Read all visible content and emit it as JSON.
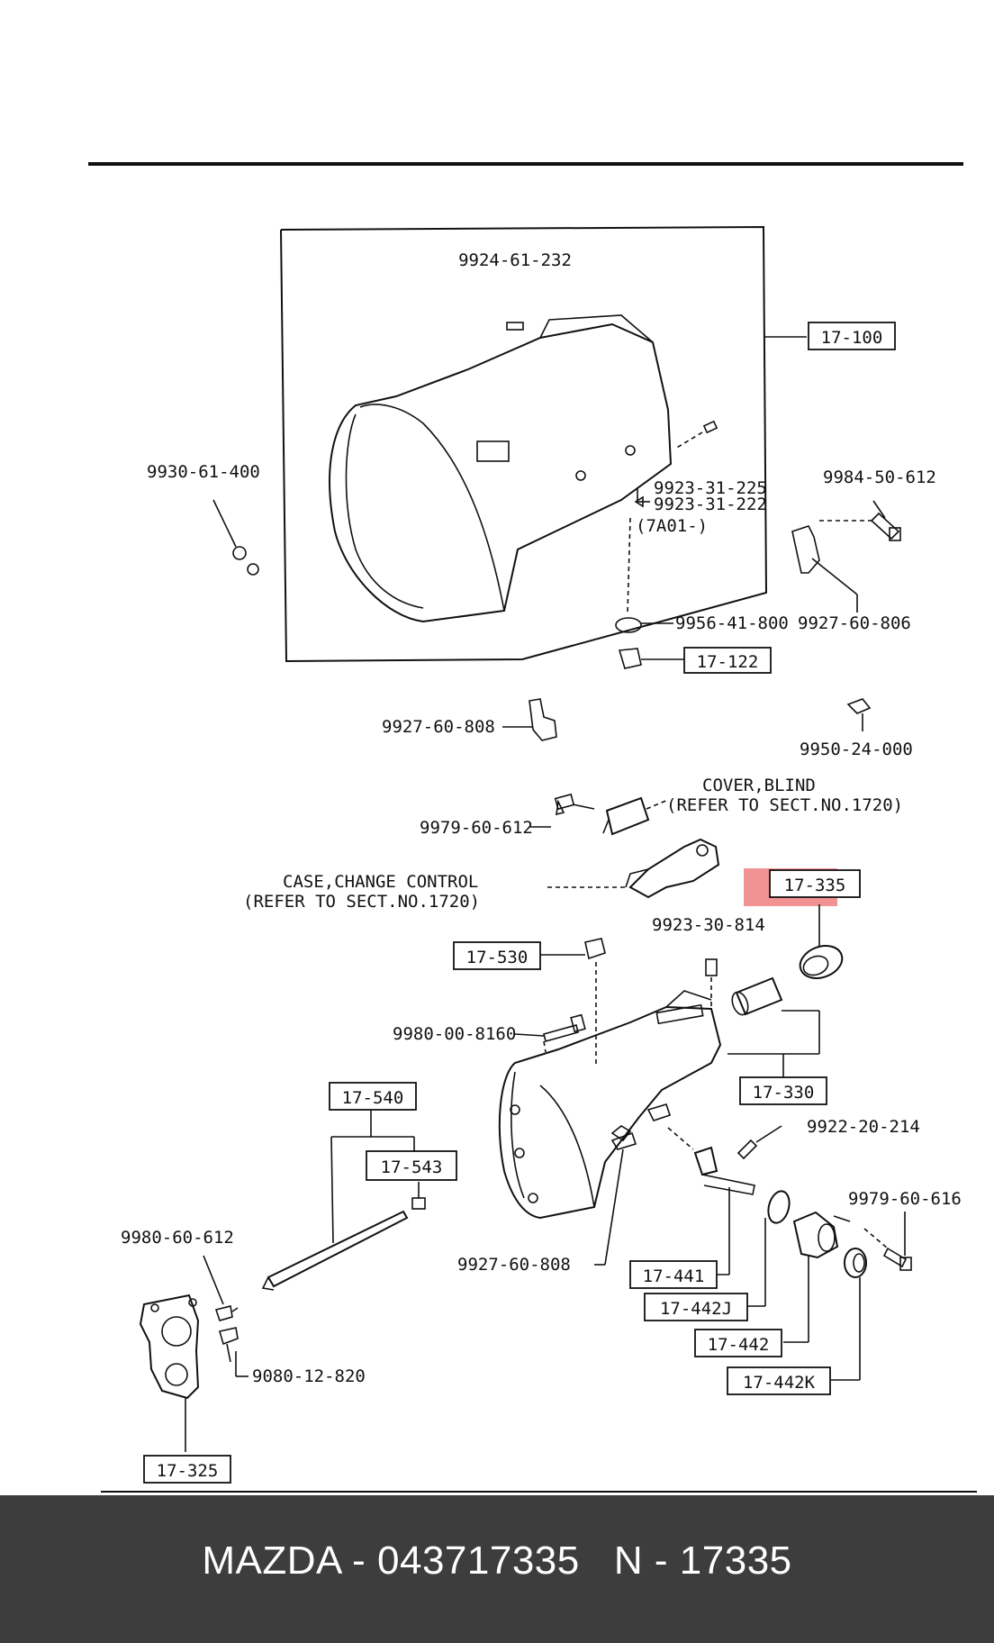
{
  "labels": {
    "case_main_pin": "9924-61-232",
    "case_main": "17-100",
    "plug_left": "9930-61-400",
    "pin_a": "9923-31-225",
    "pin_b": "9923-31-222",
    "pin_note": "(7A01-)",
    "bolt_right_top": "9984-50-612",
    "washer_drain": "9956-41-800",
    "bracket_right_top": "9927-60-806",
    "drain_plug": "17-122",
    "bracket_left": "9927-60-808",
    "cap_right": "9950-24-000",
    "cover_blind_title": "COVER,BLIND",
    "cover_blind_ref": "(REFER TO SECT.NO.1720)",
    "bolt_cover": "9979-60-612",
    "case_change_title": "CASE,CHANGE CONTROL",
    "case_change_ref": "(REFER TO SECT.NO.1720)",
    "seal_oil": "17-335",
    "pin_ext": "9923-30-814",
    "plug_ext": "17-530",
    "bolt_ext": "9980-00-8160",
    "bushing": "17-330",
    "rod_shift": "17-540",
    "rod_sub": "17-543",
    "bolt_speedo": "9922-20-214",
    "bolt_bottom_right": "9979-60-616",
    "bolt_plate": "9980-60-612",
    "bracket_bottom": "9927-60-808",
    "gear_driven": "17-441",
    "oring": "17-442J",
    "sleeve": "17-442",
    "seal_sleeve": "17-442K",
    "bolt_plate_b": "9080-12-820",
    "plate_gasket": "17-325"
  },
  "highlight": {
    "part": "17-335",
    "color": "#f08080"
  },
  "footer": {
    "text": "MAZDA - 043717335   N - 17335",
    "background": "#3d3d3d",
    "color": "#ffffff"
  }
}
